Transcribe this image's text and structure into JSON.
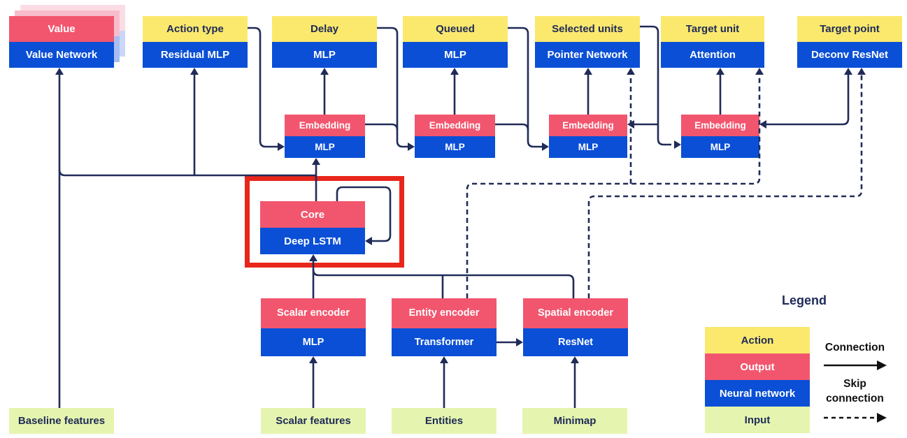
{
  "palette": {
    "yellow": "#FAE96D",
    "pink": "#F2566E",
    "blue": "#0A4FD6",
    "green": "#E5F5AF",
    "navy": "#202B58",
    "red_highlight": "#E8261C",
    "black": "#101010",
    "ghost_pink": "#F7BDCD",
    "ghost_blue": "#A9BDF1",
    "ghost_pink2": "#FBDCE5",
    "ghost_blue2": "#CBD7F8"
  },
  "heads": [
    {
      "output": "Value",
      "network": "Value Network"
    },
    {
      "action": "Action type",
      "network": "Residual MLP"
    },
    {
      "action": "Delay",
      "network": "MLP"
    },
    {
      "action": "Queued",
      "network": "MLP"
    },
    {
      "action": "Selected units",
      "network": "Pointer Network"
    },
    {
      "action": "Target unit",
      "network": "Attention"
    },
    {
      "action": "Target point",
      "network": "Deconv ResNet"
    }
  ],
  "embeddings": [
    {
      "output": "Embedding",
      "network": "MLP"
    },
    {
      "output": "Embedding",
      "network": "MLP"
    },
    {
      "output": "Embedding",
      "network": "MLP"
    },
    {
      "output": "Embedding",
      "network": "MLP"
    }
  ],
  "core": {
    "output": "Core",
    "network": "Deep LSTM"
  },
  "encoders": [
    {
      "output": "Scalar encoder",
      "network": "MLP"
    },
    {
      "output": "Entity encoder",
      "network": "Transformer"
    },
    {
      "output": "Spatial encoder",
      "network": "ResNet"
    }
  ],
  "inputs": [
    {
      "label": "Baseline features"
    },
    {
      "label": "Scalar features"
    },
    {
      "label": "Entities"
    },
    {
      "label": "Minimap"
    }
  ],
  "legend": {
    "title": "Legend",
    "items": [
      {
        "label": "Action"
      },
      {
        "label": "Output"
      },
      {
        "label": "Neural network"
      },
      {
        "label": "Input"
      }
    ],
    "connection_label": "Connection",
    "skip_connection_label": "Skip connection"
  }
}
